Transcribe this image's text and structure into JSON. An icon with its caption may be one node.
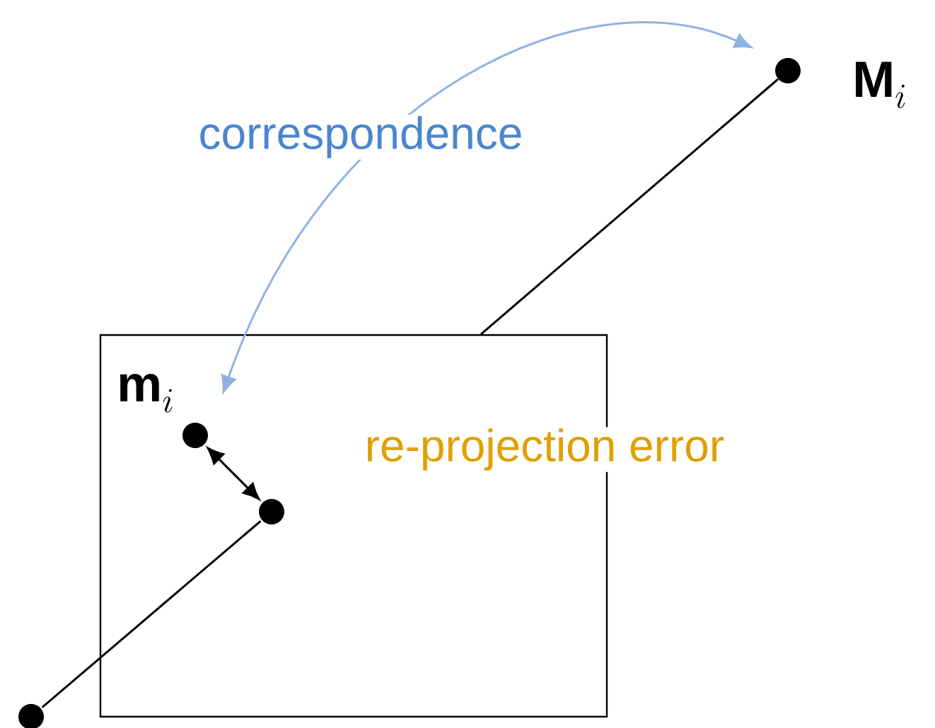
{
  "diagram": {
    "nodes": [
      {
        "text": [],
        "shape": "box"
      },
      {
        "text": [],
        "shape": "circle",
        "beside": [
          "\\mathbf{M}_i"
        ]
      },
      {
        "text": [],
        "shape": "circle",
        "in": 0,
        "beside": [
          "\\mathbf{m}_i"
        ]
      },
      {
        "text": [],
        "shape": "circle",
        "in": 0
      },
      {
        "text": [],
        "shape": "circle"
      }
    ],
    "edges": [
      {
        "from": 2,
        "to": 1,
        "arrow": "both",
        "label": "correspondence",
        "color": "#8db3e2"
      },
      {
        "from": 2,
        "to": 3,
        "arrow": "both",
        "label": "re-projection error"
      },
      {
        "from": 4,
        "to": 3,
        "arrow": "none"
      },
      {
        "from": 0,
        "to": 1,
        "arrow": "none"
      }
    ]
  }
}
